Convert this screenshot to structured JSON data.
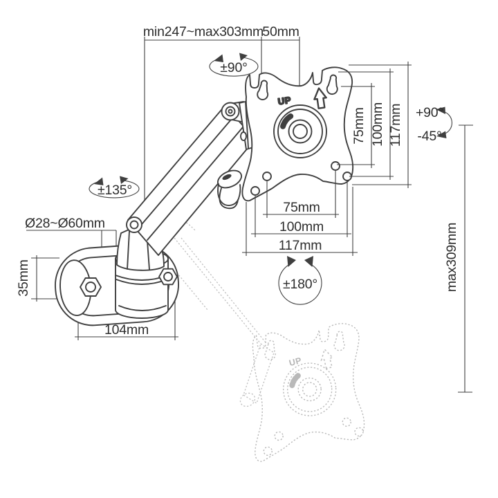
{
  "diagram": {
    "type": "technical-drawing",
    "subject": "gas-spring pole-mount monitor arm with VESA plate",
    "labels": {
      "top_extension": "min247~max303mm",
      "head_offset": "50mm",
      "swivel_head": "±90°",
      "swivel_base": "±135°",
      "rotate_vesa": "±180°",
      "tilt_up": "+90°",
      "tilt_down": "-45°",
      "height_max": "max309mm",
      "pole_range": "Ø28~Ø60mm",
      "clamp_height": "35mm",
      "clamp_width": "104mm",
      "vesa_v_75": "75mm",
      "vesa_v_100": "100mm",
      "vesa_v_117": "117mm",
      "vesa_h_75": "75mm",
      "vesa_h_100": "100mm",
      "vesa_h_117": "117mm",
      "vesa_up_main": "UP",
      "vesa_up_ghost": "UP"
    },
    "colors": {
      "line": "#3f3f3f",
      "dimension": "#2d2d2d",
      "ghost": "#b9b9b9",
      "background": "#ffffff"
    }
  }
}
